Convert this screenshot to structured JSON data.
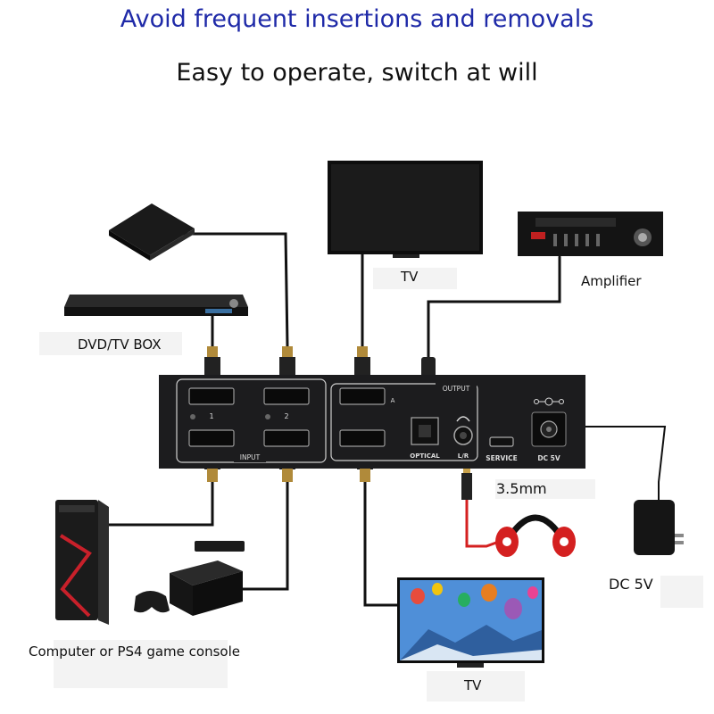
{
  "headline_primary": "Avoid frequent insertions and removals",
  "headline_secondary": "Easy to operate, switch at will",
  "labels": {
    "tv_top": "TV",
    "amplifier": "Amplifier",
    "dvd_box": "DVD/TV BOX",
    "headphone_jack": "3.5mm",
    "dc_power": "DC  5V",
    "computer_console": "Computer or PS4 game console",
    "tv_bottom": "TV"
  },
  "device_panel": {
    "input_label": "INPUT",
    "output_label": "OUTPUT",
    "port_1": "1",
    "port_2": "2",
    "port_a": "A",
    "optical": "OPTICAL",
    "lr": "L/R",
    "service": "SERVICE",
    "dc": "DC 5V"
  },
  "colors": {
    "headline_primary": "#1f2aa8",
    "headline_secondary": "#111111",
    "device_body": "#1c1c1e",
    "cable": "#111111",
    "audio_cable": "#d42020"
  }
}
